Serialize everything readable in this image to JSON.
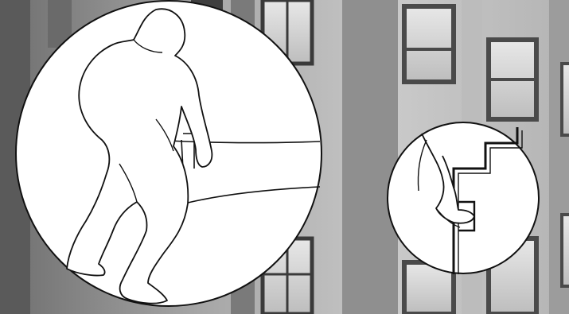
{
  "scene": {
    "background": "grayscale-building-facade-photo",
    "figures": [
      {
        "name": "figure-person-lifting-at-step",
        "icon": "person-icon"
      },
      {
        "name": "figure-hand-gripping-step-edge",
        "icon": "hand-icon"
      }
    ]
  },
  "palette": {
    "facade_light": "#d2d2d2",
    "facade_mid": "#a8a8a8",
    "facade_dark": "#5e5e5e",
    "line_art": "#111111",
    "circle_fill": "#ffffff"
  }
}
